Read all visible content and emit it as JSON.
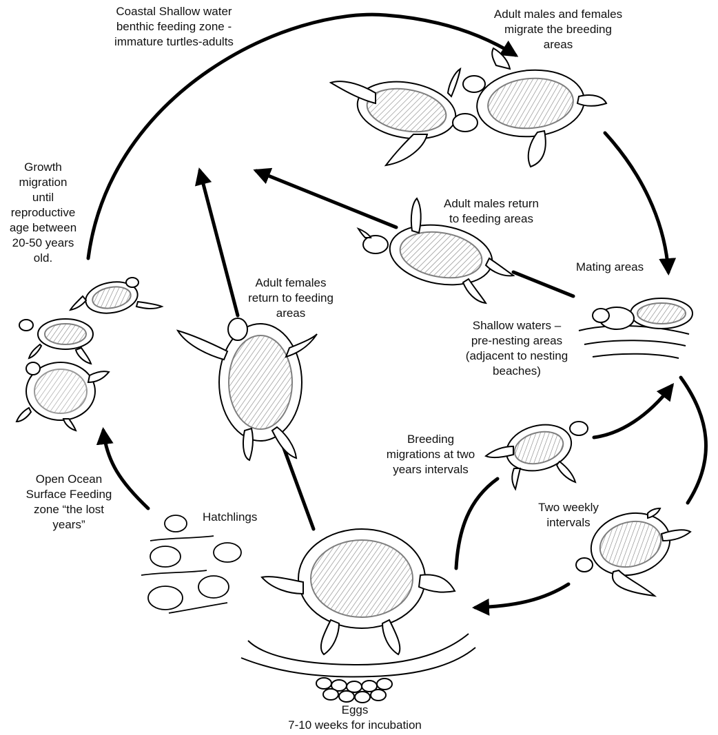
{
  "labels": {
    "coastal": "Coastal Shallow water\nbenthic feeding zone -\nimmature turtles-adults",
    "adults_migrate": "Adult males and females\nmigrate the breeding\nareas",
    "growth": "Growth\nmigration\nuntil\nreproductive\nage between\n20-50 years\nold.",
    "males_return": "Adult males return\nto feeding areas",
    "mating": "Mating areas",
    "females_return": "Adult females\nreturn to feeding\nareas",
    "shallow": "Shallow waters –\npre-nesting areas\n(adjacent to nesting\nbeaches)",
    "breeding": "Breeding\nmigrations at two\nyears intervals",
    "open_ocean": "Open Ocean\nSurface Feeding\nzone “the lost\nyears”",
    "hatchlings": "Hatchlings",
    "two_weekly": "Two weekly\nintervals",
    "eggs": "Eggs\n7-10 weeks for incubation"
  },
  "icons": {
    "stroke_color": "#000000",
    "shell_fill": "#ffffff"
  }
}
